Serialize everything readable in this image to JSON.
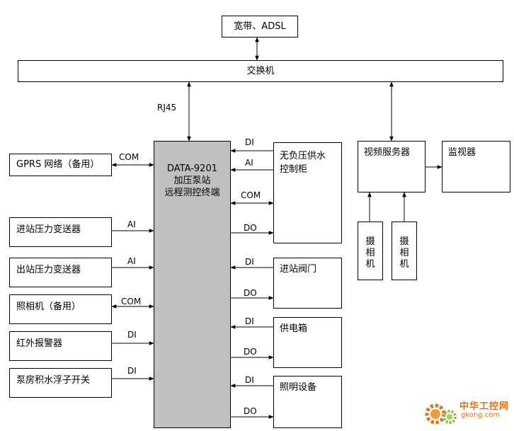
{
  "boxes": {
    "broadband": "宽带、ADSL",
    "switch": "交换机",
    "gprs": "GPRS 网络（备用）",
    "inlet_pressure": "进站压力变送器",
    "outlet_pressure": "出站压力变送器",
    "camera_photo": "照相机（备用）",
    "infrared_alarm": "红外报警器",
    "float_switch": "泵房积水浮子开关",
    "rtu_line1": "DATA-9201",
    "rtu_line2": "加压泵站",
    "rtu_line3": "远程测控终端",
    "cabinet_line1": "无负压供水",
    "cabinet_line2": "控制柜",
    "inlet_valve": "进站阀门",
    "power_box": "供电箱",
    "lighting": "照明设备",
    "video_server": "视频服务器",
    "monitor": "监视器",
    "camera1": "摄\n相\n机",
    "camera2": "摄\n相\n机"
  },
  "labels": {
    "rj45": "RJ45",
    "com_gprs": "COM",
    "ai_inlet": "AI",
    "ai_outlet": "AI",
    "com_camera": "COM",
    "di_infrared": "DI",
    "di_float": "DI",
    "cab_di": "DI",
    "cab_ai": "AI",
    "cab_com": "COM",
    "cab_do": "DO",
    "valve_di": "DI",
    "valve_do": "DO",
    "power_di": "DI",
    "power_do": "DO",
    "light_di": "DI",
    "light_do": "DO"
  },
  "watermark": {
    "brand": "中华工控网",
    "domain": "gkong.com"
  },
  "colors": {
    "rtu_fill": "#c0c0c0",
    "line": "#000000",
    "logo_orange": "#e0701a"
  }
}
